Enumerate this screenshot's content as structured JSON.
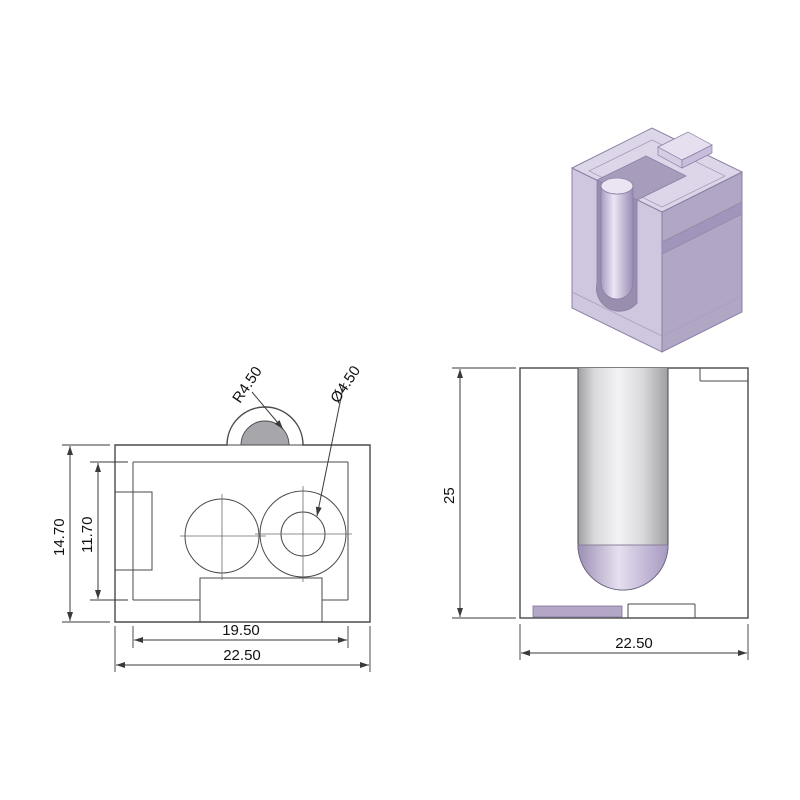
{
  "drawing": {
    "front_view": {
      "dim_overall_height": "14.70",
      "dim_inner_height": "11.70",
      "dim_inner_width": "19.50",
      "dim_overall_width": "22.50",
      "dim_fillet_radius": "R4.50",
      "dim_hole_diameter": "Ø4.50"
    },
    "side_view": {
      "dim_height": "25",
      "dim_width": "22.50"
    }
  },
  "colors": {
    "background": "#ffffff",
    "outline": "#4a4a4a",
    "dimension": "#3a3a3a",
    "body_fill": "#d5d5d7",
    "tab_fill": "#d0d0d3",
    "bore_cap_fill": "#a6a6ab",
    "iso_top": "#ddd6e8",
    "iso_left": "#cfc6df",
    "iso_right": "#b2a6c5",
    "iso_slot_top": "#a89cbc",
    "iso_slot_front": "#9a8eae",
    "iso_groove": "#a295bb",
    "iso_accent": "#b3a7c5",
    "iso_key_top": "#e5dff0",
    "iso_key_front": "#c8bddb",
    "iso_key_side": "#d6cce4"
  }
}
